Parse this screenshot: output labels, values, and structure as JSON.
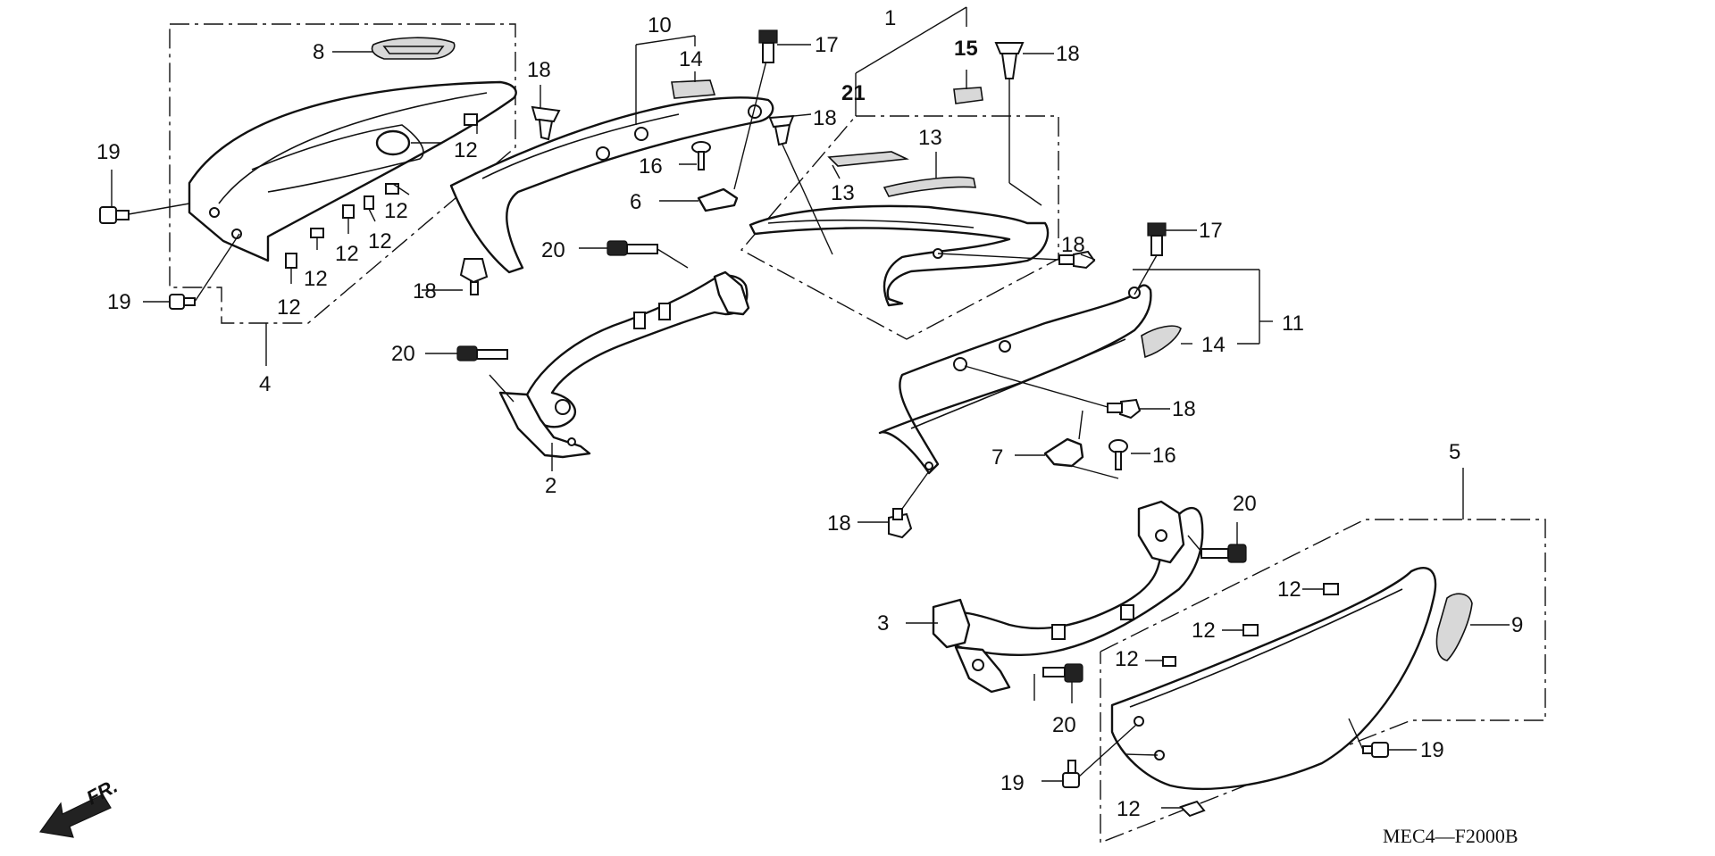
{
  "callouts": [
    {
      "id": "c1",
      "text": "1",
      "bold": false
    },
    {
      "id": "c2",
      "text": "2",
      "bold": false
    },
    {
      "id": "c3",
      "text": "3",
      "bold": false
    },
    {
      "id": "c4",
      "text": "4",
      "bold": false
    },
    {
      "id": "c5",
      "text": "5",
      "bold": false
    },
    {
      "id": "c6",
      "text": "6",
      "bold": false
    },
    {
      "id": "c7",
      "text": "7",
      "bold": false
    },
    {
      "id": "c8",
      "text": "8",
      "bold": false
    },
    {
      "id": "c9",
      "text": "9",
      "bold": false
    },
    {
      "id": "c10",
      "text": "10",
      "bold": false
    },
    {
      "id": "c11",
      "text": "11",
      "bold": false
    },
    {
      "id": "c12a",
      "text": "12",
      "bold": false
    },
    {
      "id": "c12b",
      "text": "12",
      "bold": false
    },
    {
      "id": "c12c",
      "text": "12",
      "bold": false
    },
    {
      "id": "c12d",
      "text": "12",
      "bold": false
    },
    {
      "id": "c12e",
      "text": "12",
      "bold": false
    },
    {
      "id": "c12f",
      "text": "12",
      "bold": false
    },
    {
      "id": "c12g",
      "text": "12",
      "bold": false
    },
    {
      "id": "c12h",
      "text": "12",
      "bold": false
    },
    {
      "id": "c12i",
      "text": "12",
      "bold": false
    },
    {
      "id": "c12j",
      "text": "12",
      "bold": false
    },
    {
      "id": "c13a",
      "text": "13",
      "bold": false
    },
    {
      "id": "c13b",
      "text": "13",
      "bold": false
    },
    {
      "id": "c14a",
      "text": "14",
      "bold": false
    },
    {
      "id": "c14b",
      "text": "14",
      "bold": false
    },
    {
      "id": "c15",
      "text": "15",
      "bold": true
    },
    {
      "id": "c16a",
      "text": "16",
      "bold": false
    },
    {
      "id": "c16b",
      "text": "16",
      "bold": false
    },
    {
      "id": "c17a",
      "text": "17",
      "bold": false
    },
    {
      "id": "c17b",
      "text": "17",
      "bold": false
    },
    {
      "id": "c18a",
      "text": "18",
      "bold": false
    },
    {
      "id": "c18b",
      "text": "18",
      "bold": false
    },
    {
      "id": "c18c",
      "text": "18",
      "bold": false
    },
    {
      "id": "c18d",
      "text": "18",
      "bold": false
    },
    {
      "id": "c18e",
      "text": "18",
      "bold": false
    },
    {
      "id": "c18f",
      "text": "18",
      "bold": false
    },
    {
      "id": "c18g",
      "text": "18",
      "bold": false
    },
    {
      "id": "c19a",
      "text": "19",
      "bold": false
    },
    {
      "id": "c19b",
      "text": "19",
      "bold": false
    },
    {
      "id": "c19c",
      "text": "19",
      "bold": false
    },
    {
      "id": "c19d",
      "text": "19",
      "bold": false
    },
    {
      "id": "c20a",
      "text": "20",
      "bold": false
    },
    {
      "id": "c20b",
      "text": "20",
      "bold": false
    },
    {
      "id": "c20c",
      "text": "20",
      "bold": false
    },
    {
      "id": "c20d",
      "text": "20",
      "bold": false
    },
    {
      "id": "c21",
      "text": "21",
      "bold": true
    }
  ],
  "direction_label": "FR.",
  "diagram_code": "MEC4—F2000B"
}
